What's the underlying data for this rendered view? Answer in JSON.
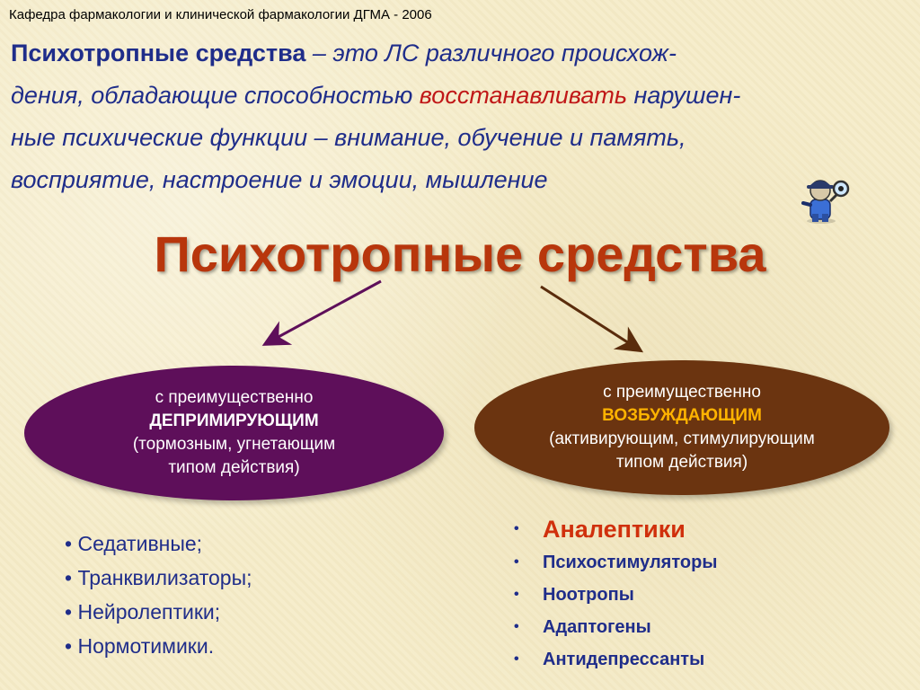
{
  "header": {
    "department": "Кафедра   фармакологии и клинической фармакологии ДГМА - 2006"
  },
  "intro": {
    "term": "Психотропные средства",
    "dash": " – ",
    "line1_rest": "это ЛС различного происхож-",
    "line2_a": "дения, обладающие способностью ",
    "line2_hl": "восстанавливать",
    "line2_b": " нарушен-",
    "line3": "ные психические функции – внимание, обучение и память,",
    "line4": "восприятие, настроение и эмоции, мышление"
  },
  "main_title": "Психотропные средства",
  "left_oval": {
    "line1": "с преимущественно",
    "line2": "ДЕПРИМИРУЮЩИМ",
    "line3": "(тормозным, угнетающим",
    "line4": "типом  действия)"
  },
  "right_oval": {
    "line1": "с преимущественно",
    "line2": "ВОЗБУЖДАЮЩИМ",
    "line3": "(активирующим, стимулирующим",
    "line4": "типом  действия)"
  },
  "left_list": [
    "Седативные;",
    "Транквилизаторы;",
    "Нейролептики;",
    "Нормотимики."
  ],
  "right_list": [
    "Аналептики",
    "Психостимуляторы",
    "Ноотропы",
    "Адаптогены",
    "Антидепрессанты"
  ],
  "mascot_icon": "detective-magnifier-icon",
  "colors": {
    "text_blue": "#1f2d8a",
    "title_red": "#b8360c",
    "highlight_red": "#c01818",
    "oval_left": "#5e0f5a",
    "oval_right": "#6b3410",
    "accent_orange": "#ffb300"
  }
}
